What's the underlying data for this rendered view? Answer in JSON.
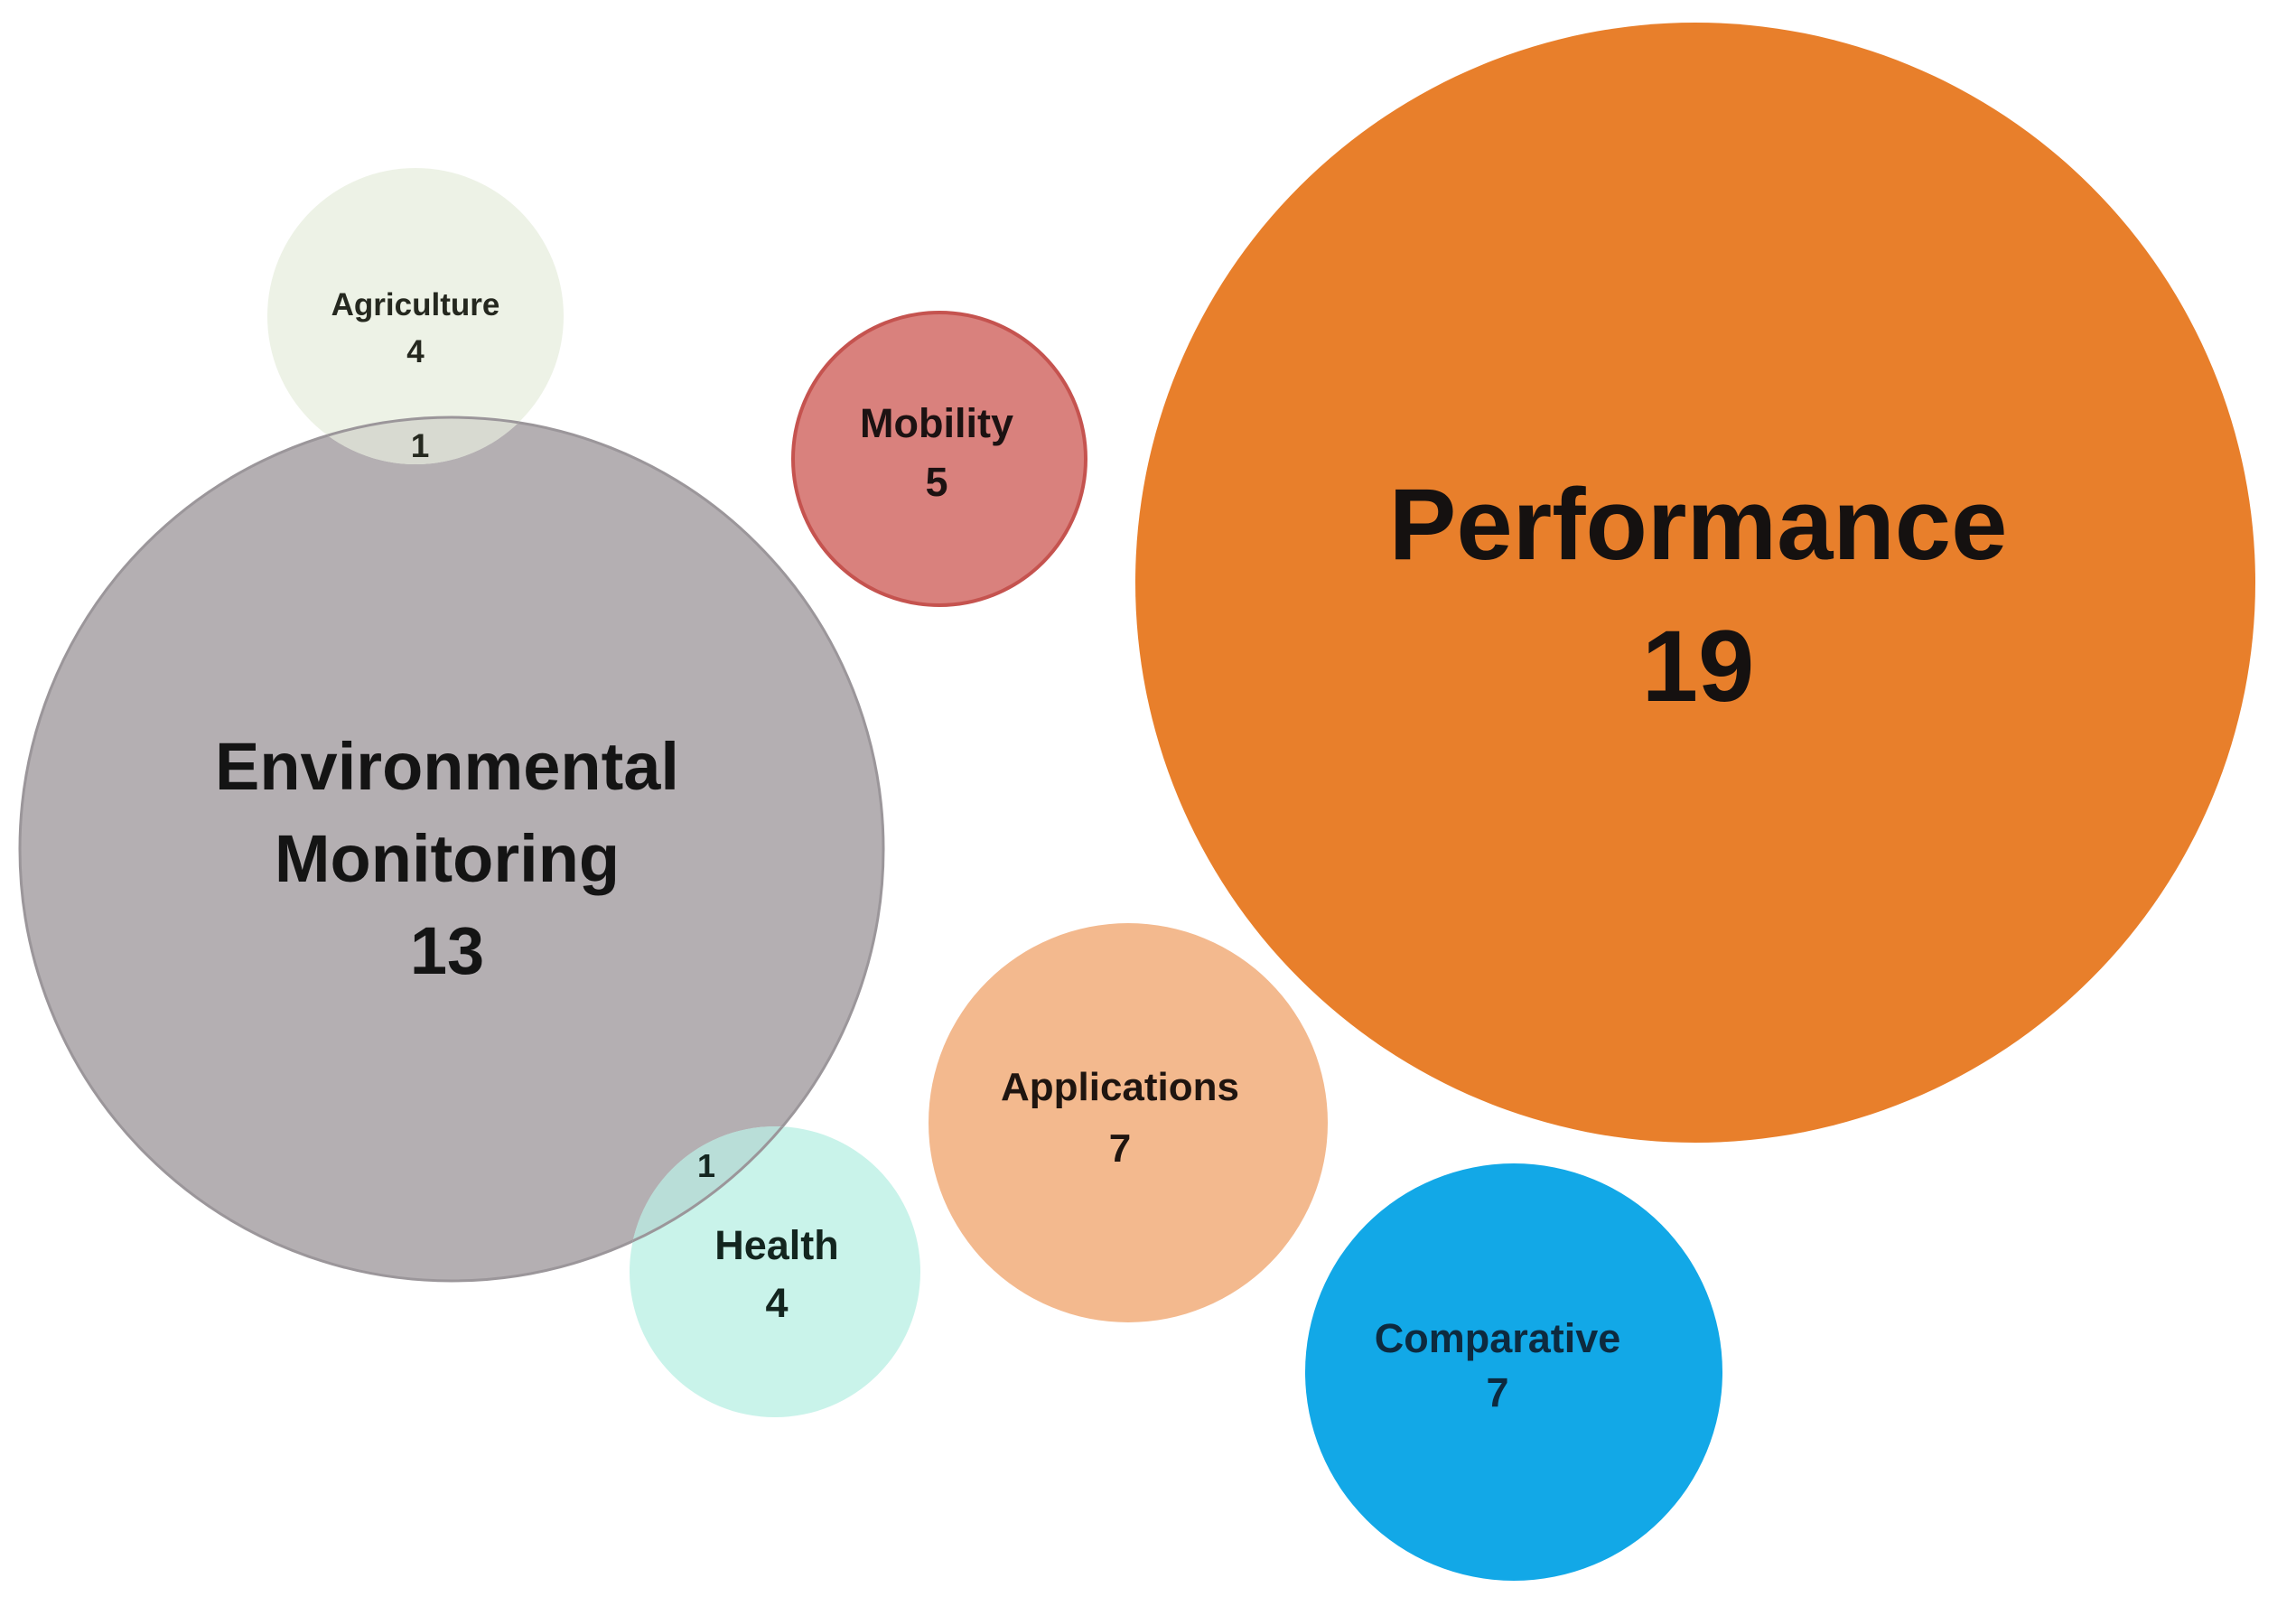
{
  "chart_data": {
    "type": "bubble",
    "title": "",
    "series": [
      {
        "label": "Performance",
        "value": 19
      },
      {
        "label": "Environmental Monitoring",
        "value": 13
      },
      {
        "label": "Applications",
        "value": 7
      },
      {
        "label": "Comparative",
        "value": 7
      },
      {
        "label": "Mobility",
        "value": 5
      },
      {
        "label": "Agriculture",
        "value": 4
      },
      {
        "label": "Health",
        "value": 4
      }
    ],
    "overlaps": [
      {
        "between": [
          "Agriculture",
          "Environmental Monitoring"
        ],
        "value": 1
      },
      {
        "between": [
          "Health",
          "Environmental Monitoring"
        ],
        "value": 1
      }
    ],
    "legend": false,
    "grid": false,
    "background": "#ffffff",
    "note": "Packed bubble / Venn-style diagram; bubble area proportional to value"
  },
  "bubbles": {
    "envmon": {
      "label_line1": "Environmental",
      "label_line2": "Monitoring",
      "value": "13",
      "fill": "#b4afb2",
      "stroke": "#9b969a",
      "text": "#141414"
    },
    "agriculture": {
      "label": "Agriculture",
      "value": "4",
      "fill": "#edf2e6",
      "text": "#25281f",
      "overlap_value": "1",
      "overlap_fill": "#d8dad1"
    },
    "health": {
      "label": "Health",
      "value": "4",
      "fill": "#c9f3ea",
      "text": "#13251f",
      "overlap_value": "1",
      "overlap_fill": "#b9ded8"
    },
    "mobility": {
      "label": "Mobility",
      "value": "5",
      "fill": "#d9817d",
      "stroke": "#c5534f",
      "text": "#1c1212"
    },
    "performance": {
      "label": "Performance",
      "value": "19",
      "fill": "#e87f2b",
      "text": "#151110"
    },
    "applications": {
      "label": "Applications",
      "value": "7",
      "fill": "#f3b98e",
      "text": "#1f1510"
    },
    "comparative": {
      "label": "Comparative",
      "value": "7",
      "fill": "#12a8e7",
      "text": "#0d2a3f"
    }
  }
}
